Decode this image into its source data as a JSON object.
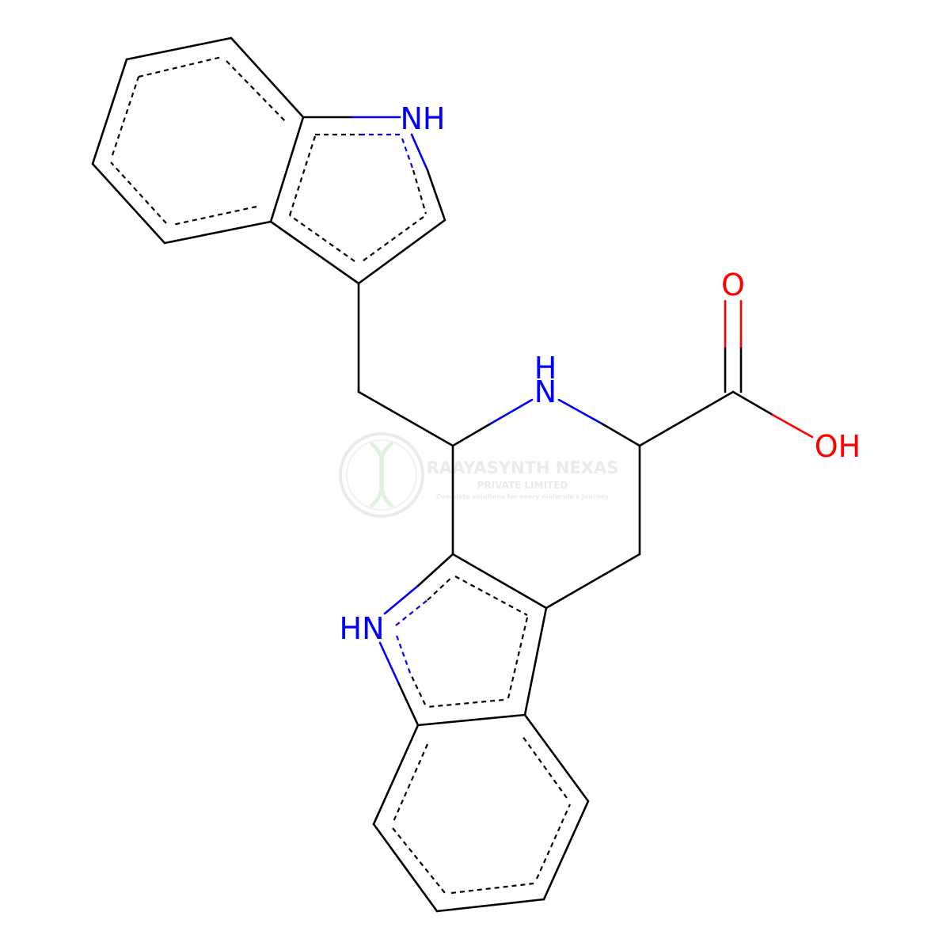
{
  "colors": {
    "carbon_bond": "#000000",
    "nitrogen": "#0000ff",
    "oxygen": "#ff0000",
    "watermark": "#d9d9d9",
    "watermark_accent": "#c8e6c9"
  },
  "atoms": {
    "nh_top": "NH",
    "nh_ring_h": "H",
    "nh_ring_n": "N",
    "hn_bottom": "HN",
    "o_carbonyl": "O",
    "oh": "OH"
  },
  "watermark": {
    "company": "RAAYASYNTH NEXAS",
    "subtitle": "PRIVATE LIMITED",
    "tagline": "Complete solutions for every molecule's journey",
    "logo_icon": "dna-helix-icon"
  }
}
